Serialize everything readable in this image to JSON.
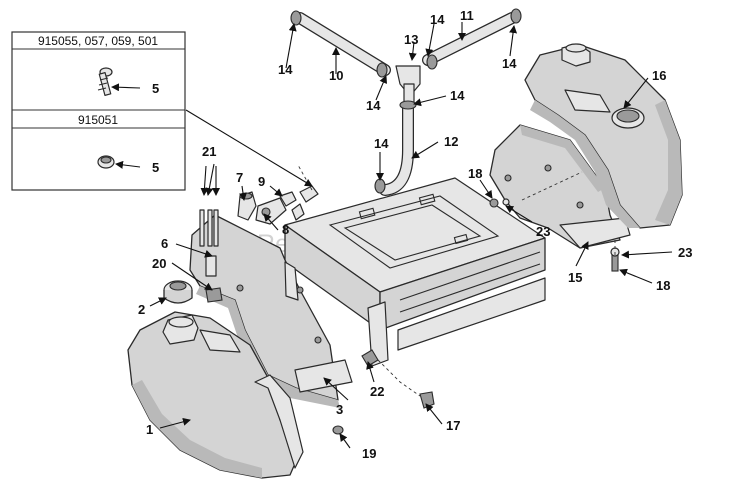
{
  "inset_panels": [
    {
      "header": "915055, 057, 059, 501",
      "callout": "5"
    },
    {
      "header": "915051",
      "callout": "5"
    }
  ],
  "callouts": [
    "1",
    "2",
    "3",
    "5",
    "6",
    "7",
    "8",
    "9",
    "10",
    "11",
    "12",
    "13",
    "14",
    "15",
    "16",
    "17",
    "18",
    "19",
    "20",
    "21",
    "22",
    "23"
  ],
  "watermark": "eReplacementParts.com"
}
